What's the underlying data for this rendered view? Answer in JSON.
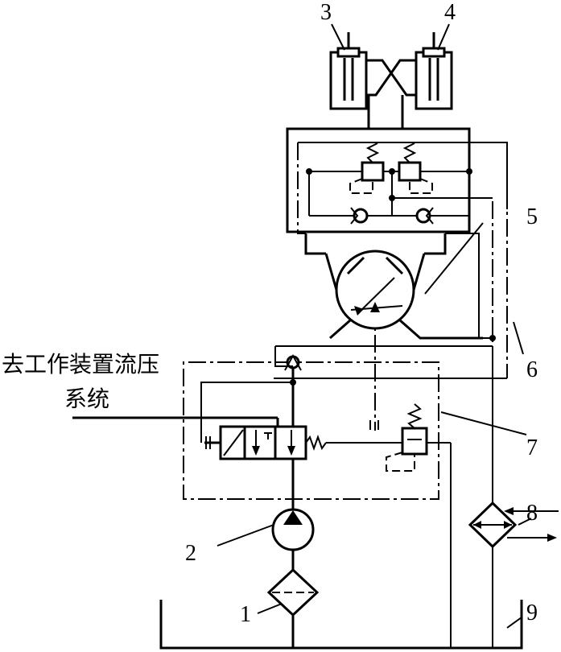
{
  "labels": {
    "l1": "1",
    "l2": "2",
    "l3": "3",
    "l4": "4",
    "l5": "5",
    "l6": "6",
    "l7": "7",
    "l8": "8",
    "l9": "9"
  },
  "side_text": {
    "line1": "去工作装置流压",
    "line2": "系统"
  }
}
